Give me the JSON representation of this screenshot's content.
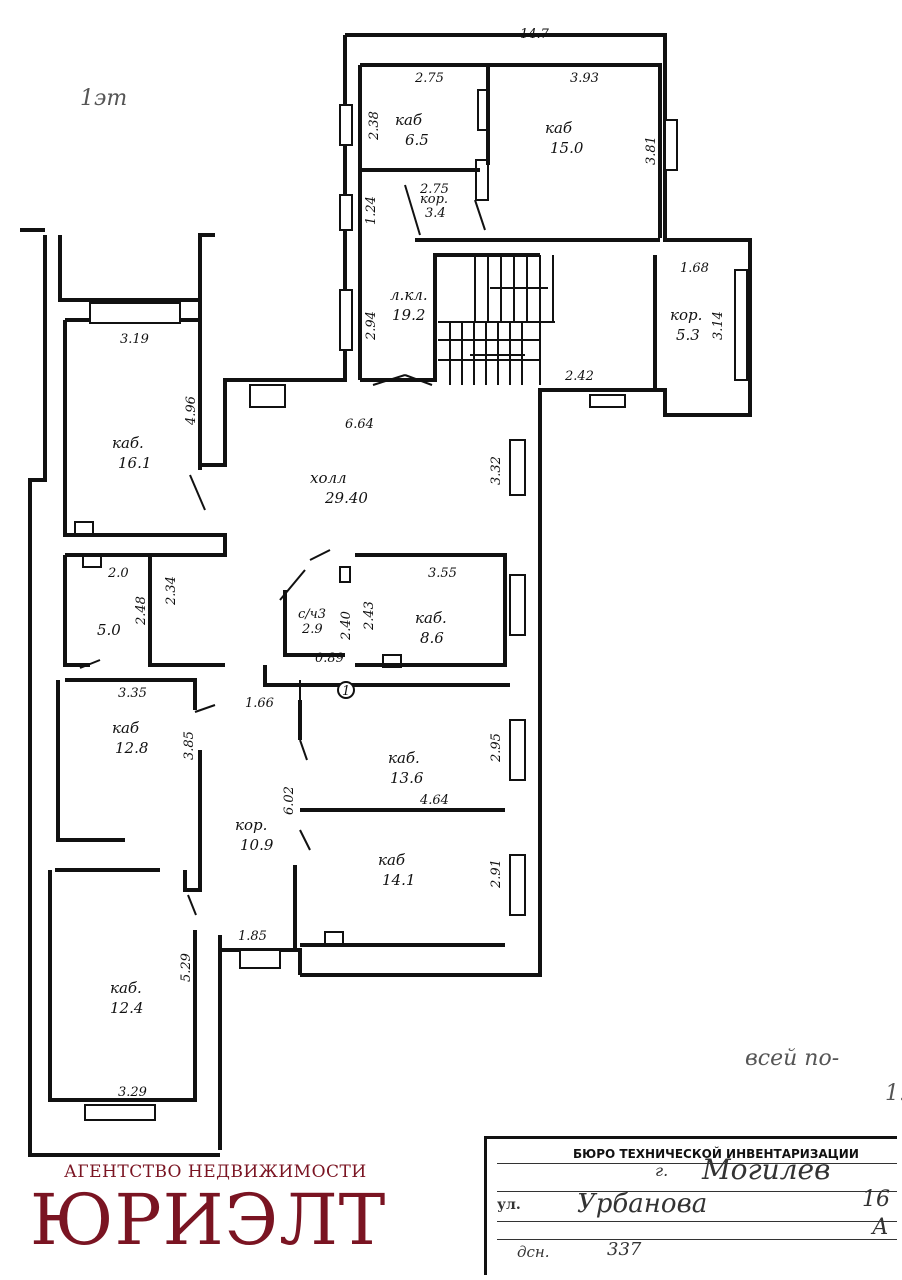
{
  "colors": {
    "brand": "#7a1422",
    "ink": "#111111"
  },
  "handwriting": {
    "floor": "1эт",
    "note_top": "всей по-",
    "note_bottom": "1."
  },
  "overall_dim": "14.7",
  "rooms": [
    {
      "id": "r65",
      "name": "каб",
      "area": "6.5"
    },
    {
      "id": "r150",
      "name": "каб",
      "area": "15.0"
    },
    {
      "id": "rk34",
      "name": "кор.",
      "area": "3.4"
    },
    {
      "id": "rlk",
      "name": "л.кл.",
      "area": "19.2"
    },
    {
      "id": "rk53",
      "name": "кор.",
      "area": "5.3"
    },
    {
      "id": "r161",
      "name": "каб.",
      "area": "16.1"
    },
    {
      "id": "rhol",
      "name": "холл",
      "area": "29.40"
    },
    {
      "id": "r50",
      "name": "",
      "area": "5.0"
    },
    {
      "id": "rsu",
      "name": "с/ч3",
      "area": "2.9"
    },
    {
      "id": "r86",
      "name": "каб.",
      "area": "8.6"
    },
    {
      "id": "r128",
      "name": "каб",
      "area": "12.8"
    },
    {
      "id": "r136",
      "name": "каб.",
      "area": "13.6"
    },
    {
      "id": "rk109",
      "name": "кор.",
      "area": "10.9"
    },
    {
      "id": "r141",
      "name": "каб",
      "area": "14.1"
    },
    {
      "id": "r124",
      "name": "каб.",
      "area": "12.4"
    }
  ],
  "dims": [
    "2.75",
    "3.93",
    "2.38",
    "3.81",
    "2.75",
    "1.24",
    "2.94",
    "1.68",
    "3.14",
    "2.42",
    "3.19",
    "4.96",
    "6.64",
    "3.32",
    "2.0",
    "2.48",
    "2.34",
    "3.55",
    "2.43",
    "2.40",
    "0.89",
    "3.35",
    "1.66",
    "3.85",
    "2.95",
    "4.64",
    "6.02",
    "2.91",
    "1.85",
    "5.29",
    "3.29"
  ],
  "marker": "1",
  "agency": {
    "tagline": "АГЕНТСТВО НЕДВИЖИМОСТИ",
    "name": "ЮРИЭЛТ"
  },
  "stamp": {
    "title": "БЮРО ТЕХНИЧЕСКОЙ ИНВЕНТАРИЗАЦИИ",
    "city_prefix": "г.",
    "city": "Могилев",
    "street_label": "ул.",
    "street": "Урбановa",
    "house": "16",
    "case_label": "дсн.",
    "case_no": "337",
    "extra": "А"
  }
}
